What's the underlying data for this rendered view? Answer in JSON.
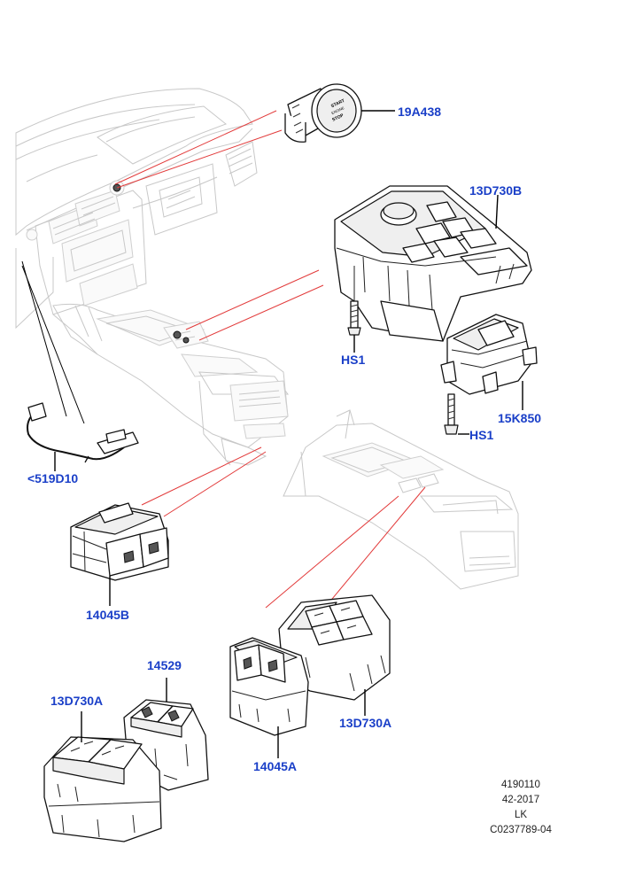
{
  "callouts": {
    "start_button": "19A438",
    "console_upper_switch": "13D730B",
    "screw_upper": "HS1",
    "switch_bracket": "15K850",
    "screw_lower": "HS1",
    "harness": "<519D10",
    "rear_switch_large": "14045B",
    "seat_switch": "14529",
    "rear_console_switch_left": "13D730A",
    "rear_switch_small": "14045A",
    "rear_console_switch_right": "13D730A"
  },
  "start_button_text": [
    "START",
    "ENGINE",
    "STOP"
  ],
  "reference": {
    "line1": "4190110",
    "line2": "42-2017",
    "line3": "LK",
    "line4": "C0237789-04"
  },
  "colors": {
    "callout": "#1a3fc8",
    "guide_line": "#e23a3a",
    "leader": "#000000",
    "ghost_outline": "#c8c8c8"
  }
}
